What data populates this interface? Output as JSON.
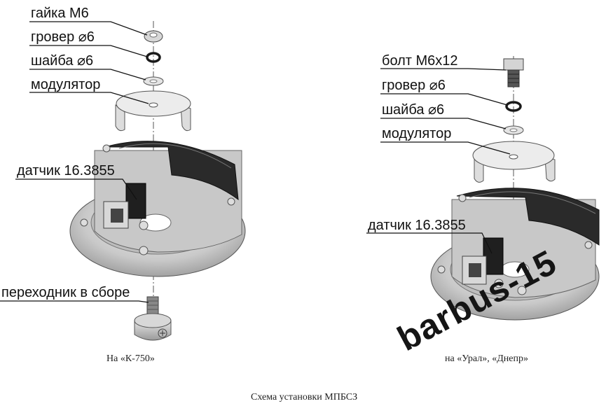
{
  "left_assembly": {
    "labels": {
      "nut": "гайка М6",
      "lock_washer": "гровер ⌀6",
      "washer": "шайба ⌀6",
      "modulator": "модулятор",
      "sensor": "датчик 16.3855",
      "adapter": "переходник в сборе"
    },
    "caption": "На «К-750»"
  },
  "right_assembly": {
    "labels": {
      "bolt": "болт М6х12",
      "lock_washer": "гровер ⌀6",
      "washer": "шайба ⌀6",
      "modulator": "модулятор",
      "sensor": "датчик 16.3855"
    },
    "caption": "на «Урал», «Днепр»"
  },
  "figure_caption": "Схема установки  МПБСЗ",
  "watermark": "barbus-15"
}
